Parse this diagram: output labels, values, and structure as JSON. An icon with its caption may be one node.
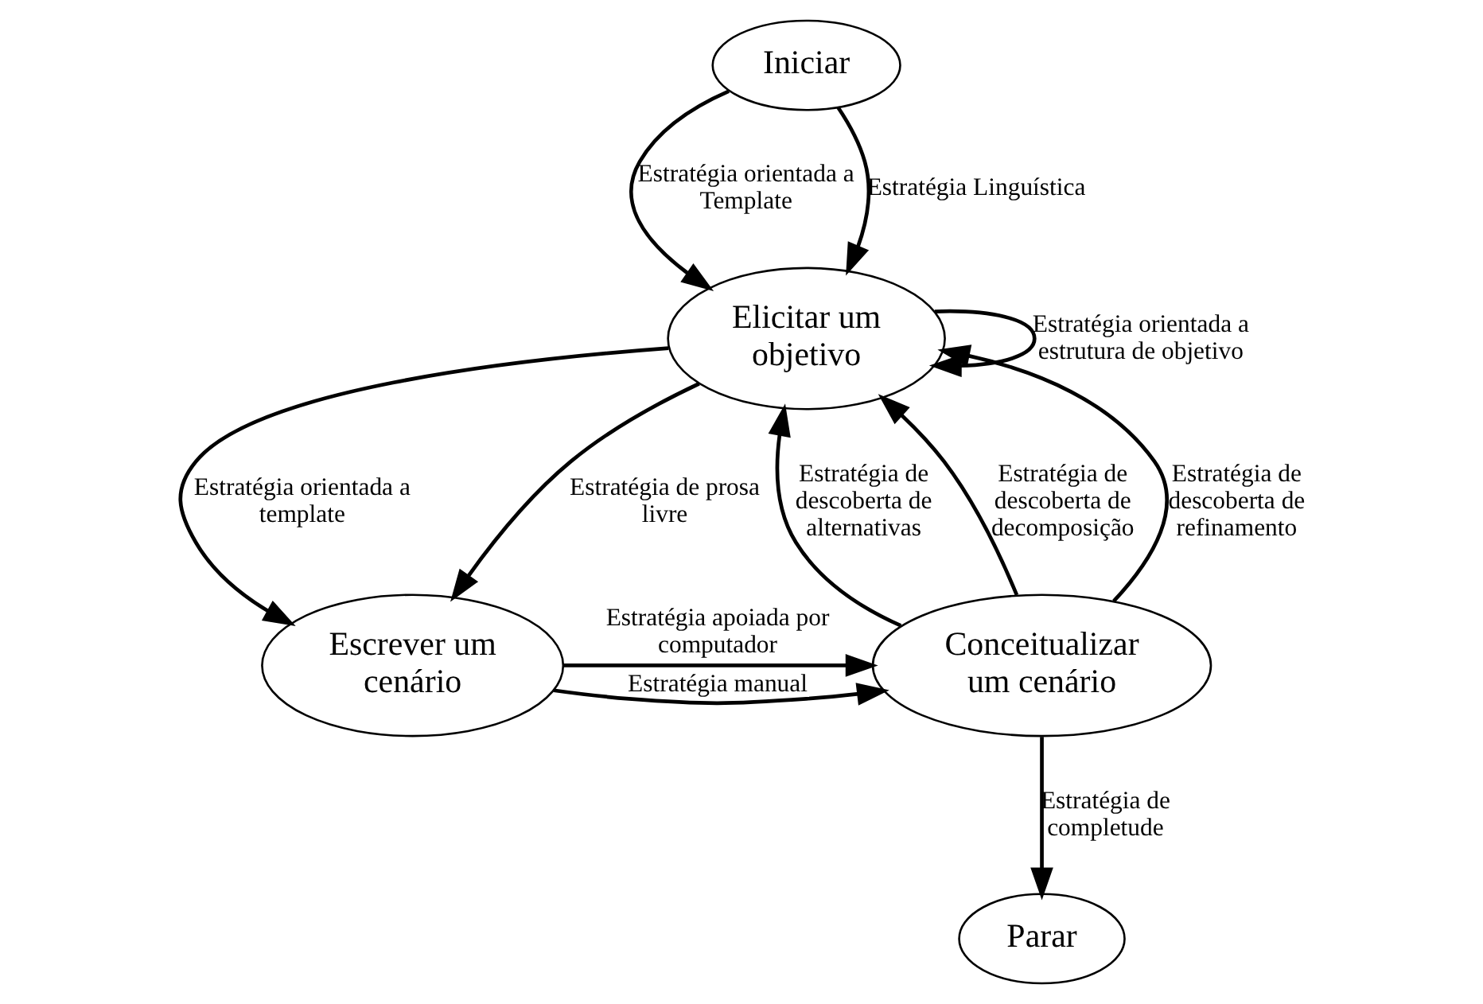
{
  "diagram": {
    "nodes": [
      {
        "text": [
          "Iniciar"
        ]
      },
      {
        "text": [
          "Elicitar um objetivo"
        ]
      },
      {
        "text": [
          "Escrever um cenário"
        ]
      },
      {
        "text": [
          "Conceitualizar um cenário"
        ]
      },
      {
        "text": [
          "Parar"
        ]
      }
    ],
    "edges": [
      {
        "from": 0,
        "to": 1,
        "arrow": "to",
        "label": "Estratégia orientada a Template"
      },
      {
        "from": 0,
        "to": 1,
        "arrow": "to",
        "label": "Estratégia Linguística"
      },
      {
        "from": 1,
        "to": 1,
        "arrow": "to",
        "label": "Estratégia orientada a estrutura de objetivo"
      },
      {
        "from": 1,
        "to": 2,
        "arrow": "to",
        "label": "Estratégia orientada a template"
      },
      {
        "from": 1,
        "to": 2,
        "arrow": "to",
        "label": "Estratégia de prosa livre"
      },
      {
        "from": 3,
        "to": 1,
        "arrow": "to",
        "label": "Estratégia de descoberta de alternativas"
      },
      {
        "from": 3,
        "to": 1,
        "arrow": "to",
        "label": "Estratégia de descoberta de decomposição"
      },
      {
        "from": 3,
        "to": 1,
        "arrow": "to",
        "label": "Estratégia de descoberta de refinamento"
      },
      {
        "from": 2,
        "to": 3,
        "arrow": "to",
        "label": "Estratégia manual"
      },
      {
        "from": 2,
        "to": 3,
        "arrow": "to",
        "label": "Estratégia apoiada por computador"
      },
      {
        "from": 3,
        "to": 4,
        "arrow": "to",
        "label": "Estratégia de completude"
      }
    ]
  }
}
